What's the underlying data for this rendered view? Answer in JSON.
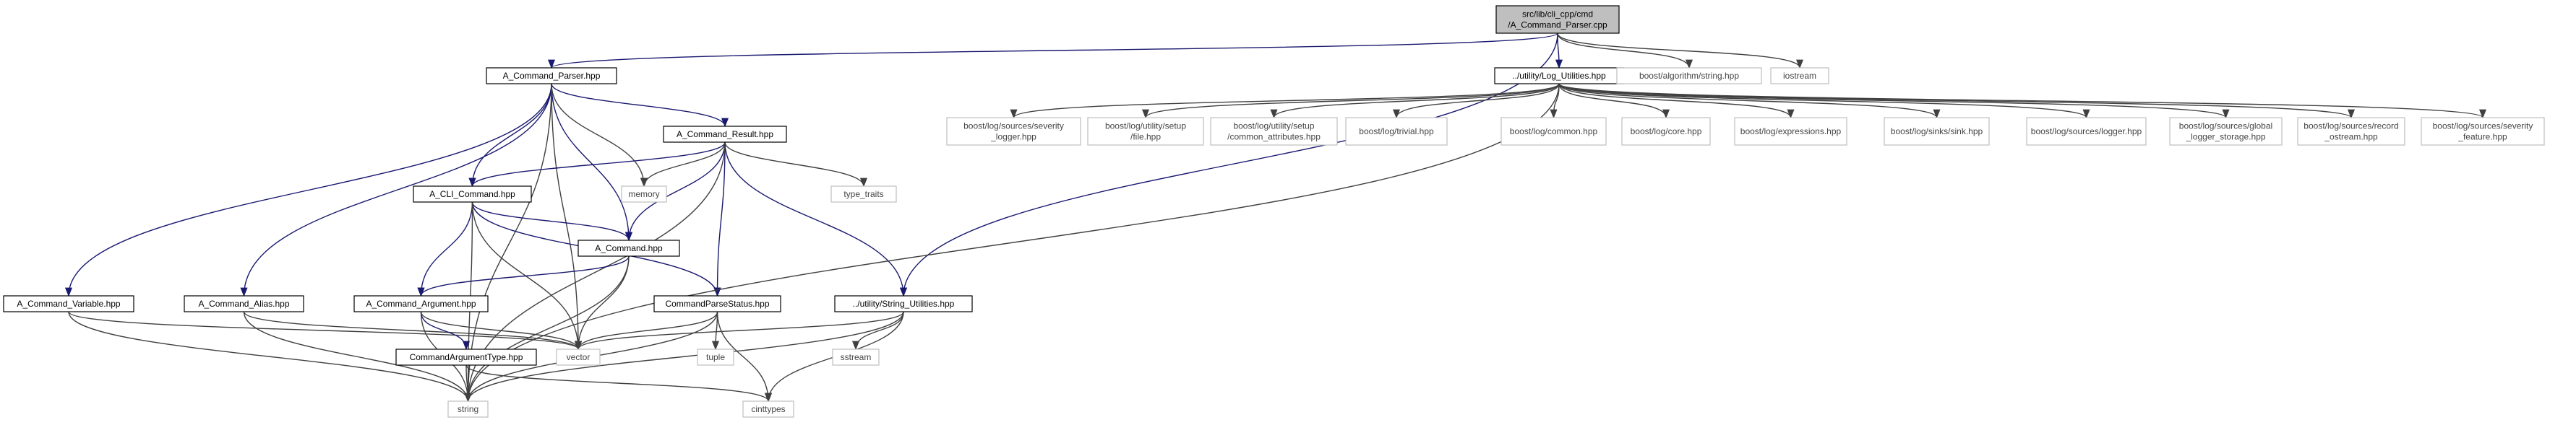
{
  "graph_title": "",
  "colors": {
    "root_fill": "#bfbfbf",
    "node_border": "#000000",
    "external_border": "#bfbfbf",
    "edge_local": "#191970",
    "edge_external": "#404040"
  },
  "nodes": [
    {
      "id": "root",
      "label": [
        "src/lib/cli_cpp/cmd",
        "/A_Command_Parser.cpp"
      ],
      "kind": "root"
    },
    {
      "id": "acp_hpp",
      "label": [
        "A_Command_Parser.hpp"
      ],
      "kind": "local"
    },
    {
      "id": "log_util",
      "label": [
        "../utility/Log_Utilities.hpp"
      ],
      "kind": "local"
    },
    {
      "id": "boost_alg",
      "label": [
        "boost/algorithm/string.hpp"
      ],
      "kind": "external"
    },
    {
      "id": "iostream",
      "label": [
        "iostream"
      ],
      "kind": "external"
    },
    {
      "id": "acr_hpp",
      "label": [
        "A_Command_Result.hpp"
      ],
      "kind": "local"
    },
    {
      "id": "memory",
      "label": [
        "memory"
      ],
      "kind": "external"
    },
    {
      "id": "type_traits",
      "label": [
        "type_traits"
      ],
      "kind": "external"
    },
    {
      "id": "acli_hpp",
      "label": [
        "A_CLI_Command.hpp"
      ],
      "kind": "local"
    },
    {
      "id": "ac_hpp",
      "label": [
        "A_Command.hpp"
      ],
      "kind": "local"
    },
    {
      "id": "acv_hpp",
      "label": [
        "A_Command_Variable.hpp"
      ],
      "kind": "local"
    },
    {
      "id": "aca_hpp",
      "label": [
        "A_Command_Alias.hpp"
      ],
      "kind": "local"
    },
    {
      "id": "acarg_hpp",
      "label": [
        "A_Command_Argument.hpp"
      ],
      "kind": "local"
    },
    {
      "id": "cps_hpp",
      "label": [
        "CommandParseStatus.hpp"
      ],
      "kind": "local"
    },
    {
      "id": "str_util",
      "label": [
        "../utility/String_Utilities.hpp"
      ],
      "kind": "local"
    },
    {
      "id": "vector",
      "label": [
        "vector"
      ],
      "kind": "external"
    },
    {
      "id": "cat_hpp",
      "label": [
        "CommandArgumentType.hpp"
      ],
      "kind": "local"
    },
    {
      "id": "tuple",
      "label": [
        "tuple"
      ],
      "kind": "external"
    },
    {
      "id": "sstream",
      "label": [
        "sstream"
      ],
      "kind": "external"
    },
    {
      "id": "string",
      "label": [
        "string"
      ],
      "kind": "external"
    },
    {
      "id": "cinttypes",
      "label": [
        "cinttypes"
      ],
      "kind": "external"
    },
    {
      "id": "b_sev_logger",
      "label": [
        "boost/log/sources/severity",
        "_logger.hpp"
      ],
      "kind": "external"
    },
    {
      "id": "b_setup_file",
      "label": [
        "boost/log/utility/setup",
        "/file.hpp"
      ],
      "kind": "external"
    },
    {
      "id": "b_setup_common",
      "label": [
        "boost/log/utility/setup",
        "/common_attributes.hpp"
      ],
      "kind": "external"
    },
    {
      "id": "b_trivial",
      "label": [
        "boost/log/trivial.hpp"
      ],
      "kind": "external"
    },
    {
      "id": "b_common",
      "label": [
        "boost/log/common.hpp"
      ],
      "kind": "external"
    },
    {
      "id": "b_core",
      "label": [
        "boost/log/core.hpp"
      ],
      "kind": "external"
    },
    {
      "id": "b_expr",
      "label": [
        "boost/log/expressions.hpp"
      ],
      "kind": "external"
    },
    {
      "id": "b_sink",
      "label": [
        "boost/log/sinks/sink.hpp"
      ],
      "kind": "external"
    },
    {
      "id": "b_logger",
      "label": [
        "boost/log/sources/logger.hpp"
      ],
      "kind": "external"
    },
    {
      "id": "b_global",
      "label": [
        "boost/log/sources/global",
        "_logger_storage.hpp"
      ],
      "kind": "external"
    },
    {
      "id": "b_record",
      "label": [
        "boost/log/sources/record",
        "_ostream.hpp"
      ],
      "kind": "external"
    },
    {
      "id": "b_sev_feature",
      "label": [
        "boost/log/sources/severity",
        "_feature.hpp"
      ],
      "kind": "external"
    }
  ],
  "edges": [
    [
      "root",
      "acp_hpp"
    ],
    [
      "root",
      "str_util"
    ],
    [
      "root",
      "log_util"
    ],
    [
      "root",
      "boost_alg"
    ],
    [
      "root",
      "iostream"
    ],
    [
      "acp_hpp",
      "acv_hpp"
    ],
    [
      "acp_hpp",
      "aca_hpp"
    ],
    [
      "acp_hpp",
      "acli_hpp"
    ],
    [
      "acp_hpp",
      "ac_hpp"
    ],
    [
      "acp_hpp",
      "acr_hpp"
    ],
    [
      "acp_hpp",
      "memory"
    ],
    [
      "acp_hpp",
      "vector"
    ],
    [
      "acp_hpp",
      "string"
    ],
    [
      "acr_hpp",
      "acli_hpp"
    ],
    [
      "acr_hpp",
      "memory"
    ],
    [
      "acr_hpp",
      "type_traits"
    ],
    [
      "acr_hpp",
      "ac_hpp"
    ],
    [
      "acr_hpp",
      "cps_hpp"
    ],
    [
      "acr_hpp",
      "str_util"
    ],
    [
      "acr_hpp",
      "string"
    ],
    [
      "acli_hpp",
      "ac_hpp"
    ],
    [
      "acli_hpp",
      "acarg_hpp"
    ],
    [
      "acli_hpp",
      "cps_hpp"
    ],
    [
      "acli_hpp",
      "vector"
    ],
    [
      "acli_hpp",
      "string"
    ],
    [
      "ac_hpp",
      "acarg_hpp"
    ],
    [
      "ac_hpp",
      "vector"
    ],
    [
      "ac_hpp",
      "string"
    ],
    [
      "acv_hpp",
      "vector"
    ],
    [
      "acv_hpp",
      "string"
    ],
    [
      "aca_hpp",
      "vector"
    ],
    [
      "aca_hpp",
      "string"
    ],
    [
      "acarg_hpp",
      "cat_hpp"
    ],
    [
      "acarg_hpp",
      "vector"
    ],
    [
      "acarg_hpp",
      "string"
    ],
    [
      "cps_hpp",
      "vector"
    ],
    [
      "cps_hpp",
      "tuple"
    ],
    [
      "cps_hpp",
      "cinttypes"
    ],
    [
      "cps_hpp",
      "string"
    ],
    [
      "str_util",
      "vector"
    ],
    [
      "str_util",
      "sstream"
    ],
    [
      "str_util",
      "string"
    ],
    [
      "str_util",
      "cinttypes"
    ],
    [
      "cat_hpp",
      "string"
    ],
    [
      "cat_hpp",
      "cinttypes"
    ],
    [
      "log_util",
      "string"
    ],
    [
      "log_util",
      "b_sev_logger"
    ],
    [
      "log_util",
      "b_setup_file"
    ],
    [
      "log_util",
      "b_setup_common"
    ],
    [
      "log_util",
      "b_trivial"
    ],
    [
      "log_util",
      "b_common"
    ],
    [
      "log_util",
      "b_core"
    ],
    [
      "log_util",
      "b_expr"
    ],
    [
      "log_util",
      "b_sink"
    ],
    [
      "log_util",
      "b_logger"
    ],
    [
      "log_util",
      "b_global"
    ],
    [
      "log_util",
      "b_record"
    ],
    [
      "log_util",
      "b_sev_feature"
    ]
  ]
}
